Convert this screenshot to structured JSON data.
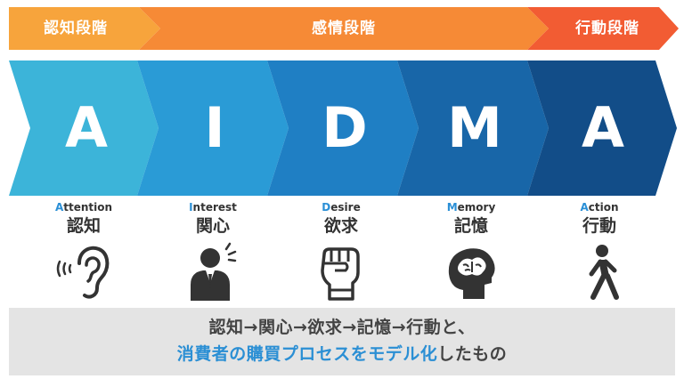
{
  "stages": [
    {
      "label": "認知段階",
      "color": "#f7a43c"
    },
    {
      "label": "感情段階",
      "color": "#f68a36"
    },
    {
      "label": "行動段階",
      "color": "#f25c33"
    }
  ],
  "steps": [
    {
      "letter": "A",
      "initial": "A",
      "en_rest": "ttention",
      "jp": "認知",
      "color": "#3cb4d9",
      "icon": "ear-icon"
    },
    {
      "letter": "I",
      "initial": "I",
      "en_rest": "nterest",
      "jp": "関心",
      "color": "#2a9bd6",
      "icon": "person-icon"
    },
    {
      "letter": "D",
      "initial": "D",
      "en_rest": "esire",
      "jp": "欲求",
      "color": "#1f7fc4",
      "icon": "fist-icon"
    },
    {
      "letter": "M",
      "initial": "M",
      "en_rest": "emory",
      "jp": "記憶",
      "color": "#1866a8",
      "icon": "brain-icon"
    },
    {
      "letter": "A",
      "initial": "A",
      "en_rest": "ction",
      "jp": "行動",
      "color": "#124d88",
      "icon": "walking-icon"
    }
  ],
  "summary": {
    "line1": "認知→関心→欲求→記憶→行動と、",
    "line2_highlight": "消費者の購買プロセスをモデル化",
    "line2_rest": "したもの"
  }
}
